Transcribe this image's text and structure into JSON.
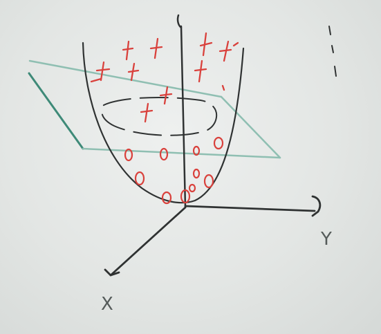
{
  "axes": {
    "x_label": "X",
    "y_label": "Y"
  },
  "colors": {
    "board": "#e3e6e4",
    "axis_ink": "#2f3232",
    "plane_ink": "#3e8a78",
    "class_ink": "#d9413c"
  },
  "marks": {
    "positive_symbol": "+",
    "negative_symbol": "o"
  }
}
